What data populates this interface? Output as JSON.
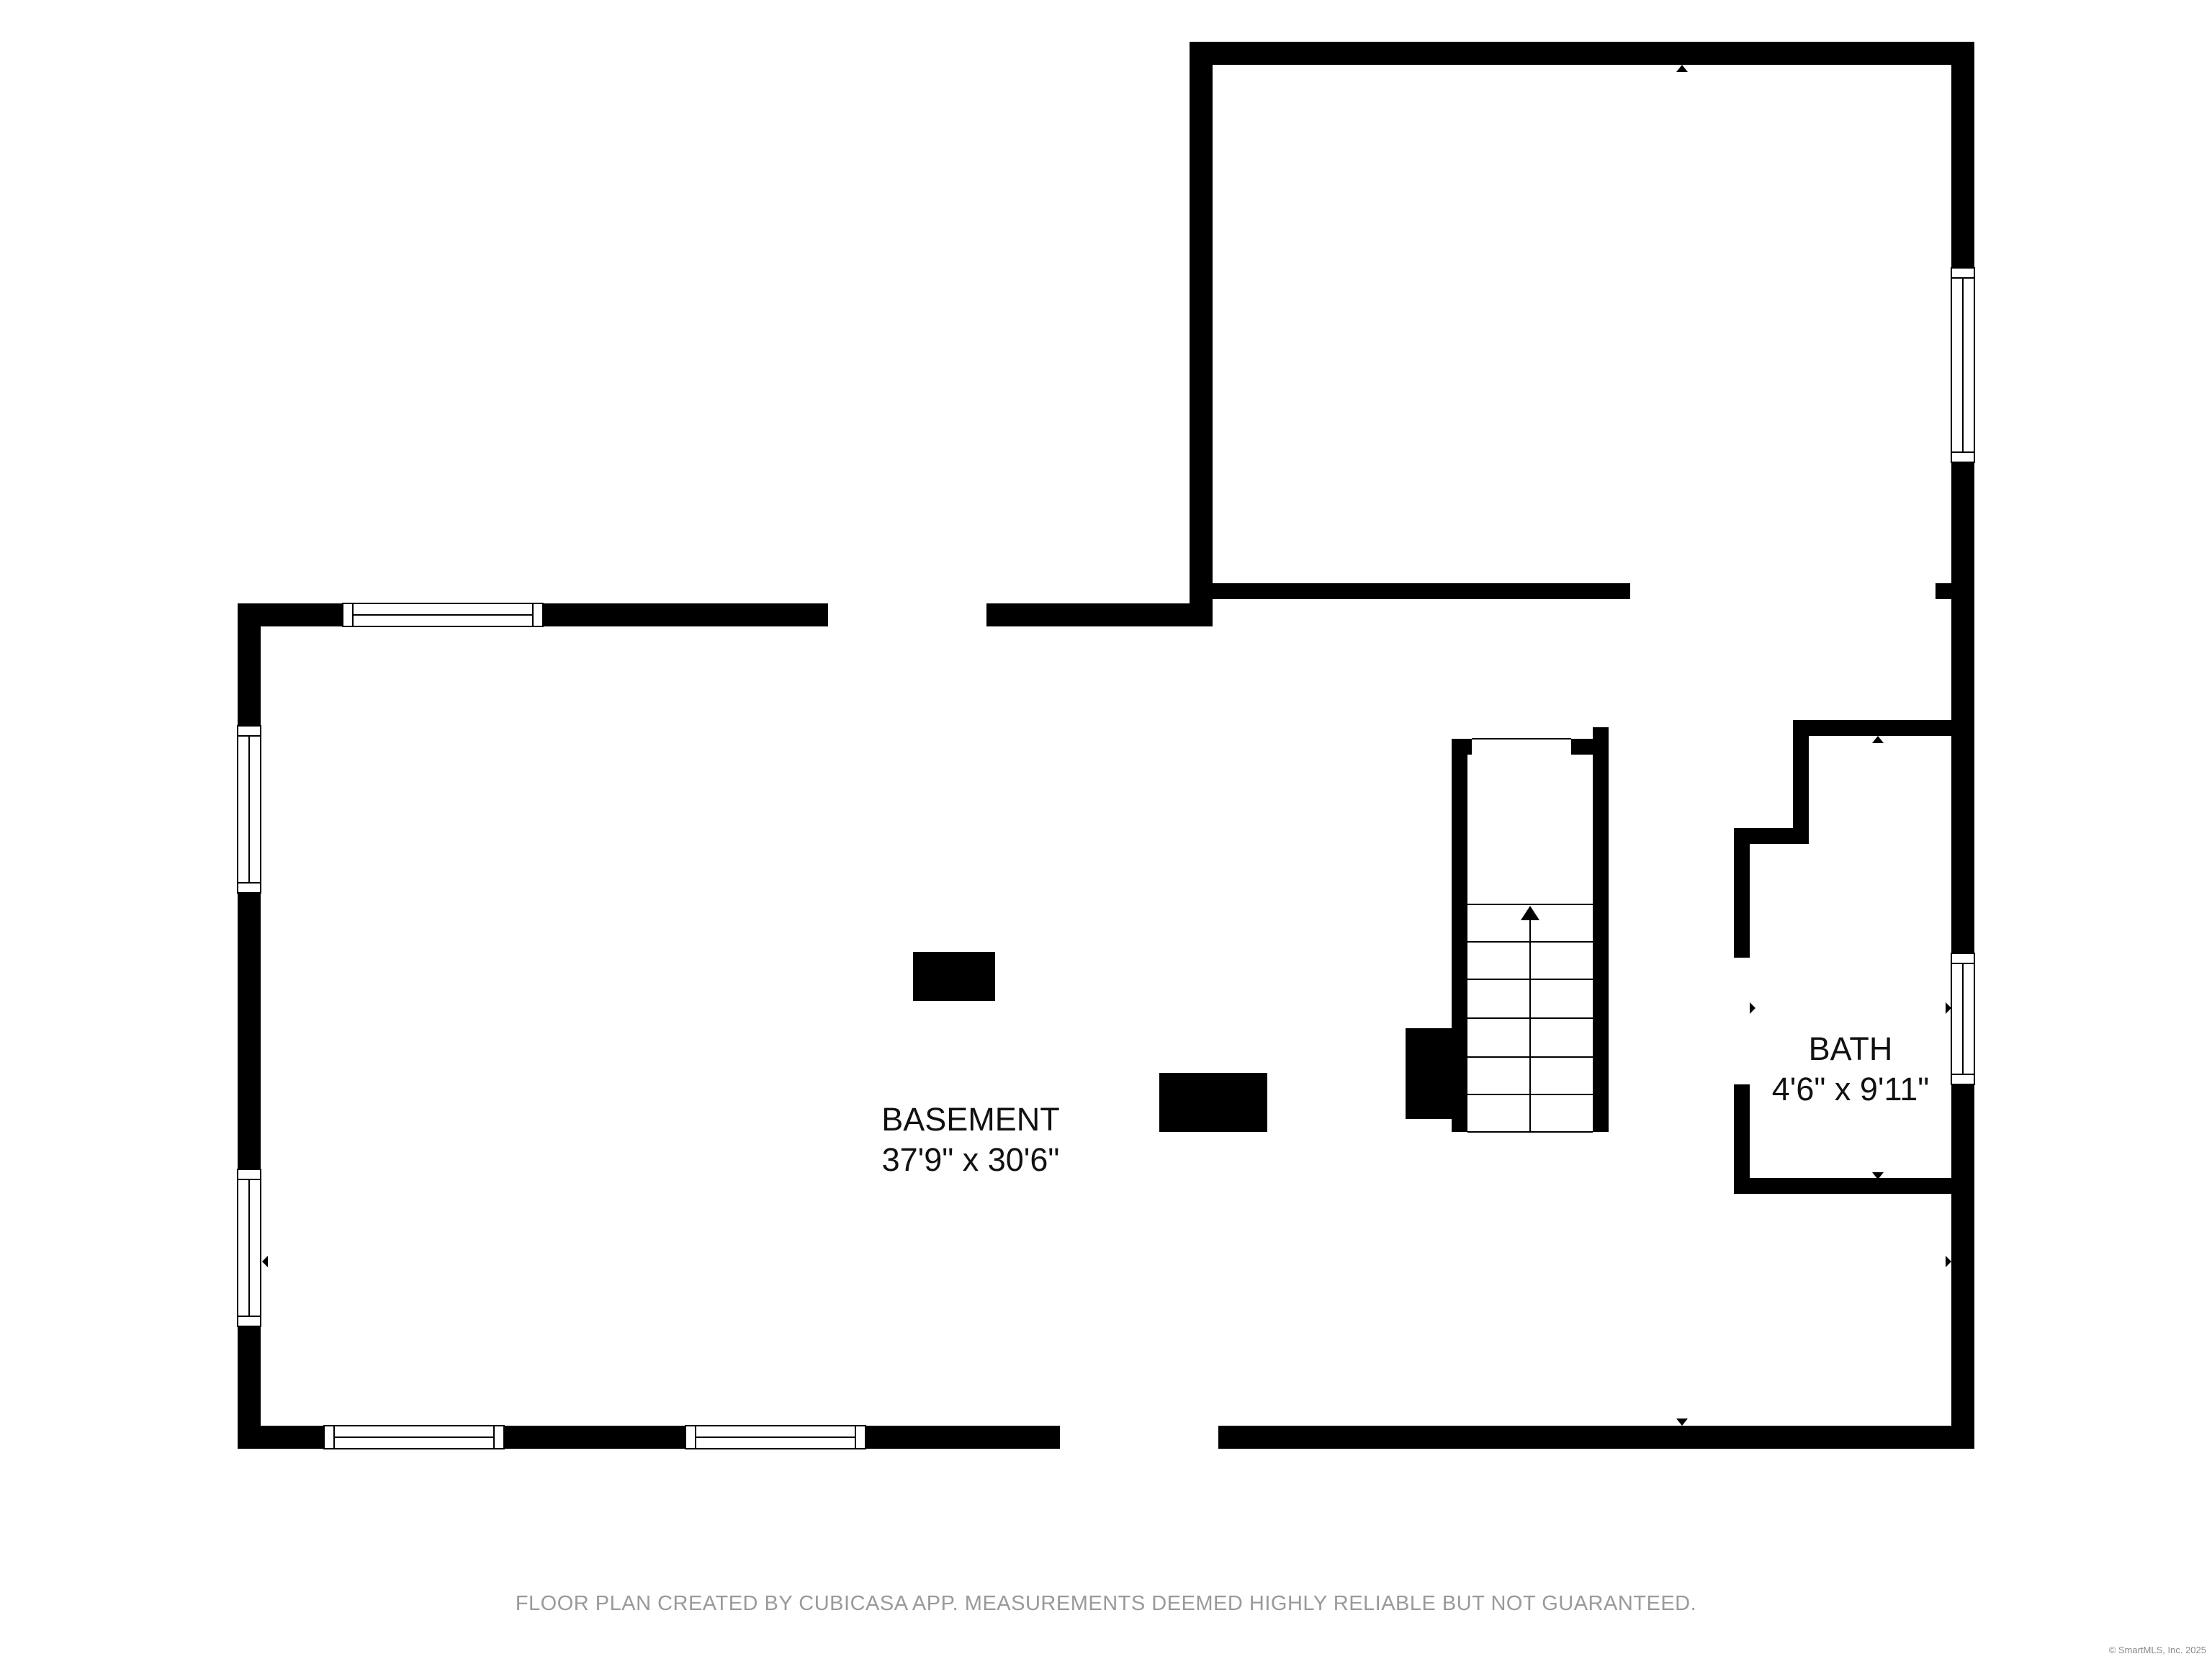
{
  "rooms": {
    "basement": {
      "name": "BASEMENT",
      "dimensions": "37'9\" x 30'6\""
    },
    "bath": {
      "name": "BATH",
      "dimensions": "4'6\" x 9'11\""
    }
  },
  "footer": {
    "disclaimer": "FLOOR PLAN CREATED BY CUBICASA APP. MEASUREMENTS DEEMED HIGHLY RELIABLE BUT NOT GUARANTEED.",
    "copyright": "© SmartMLS, Inc. 2025"
  },
  "colors": {
    "wall": "#000000",
    "background": "#ffffff",
    "footer_text": "#9a9a9a"
  },
  "icons": {
    "stair_direction": "arrow-up-icon",
    "dimension_ticks": "triangle-marker-icon"
  }
}
